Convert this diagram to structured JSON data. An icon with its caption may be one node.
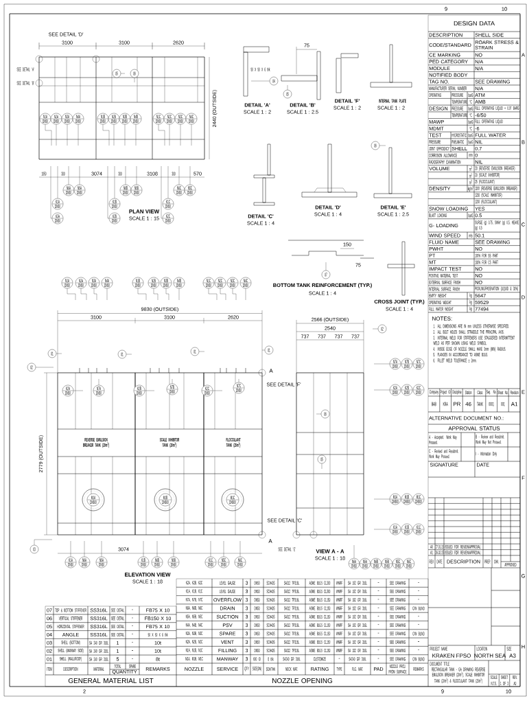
{
  "diagram": {
    "nodes": [
      {
        "text": [
          "N1A",
          "DN50"
        ]
      },
      {
        "text": [
          "N2A",
          "DN50"
        ]
      },
      {
        "text": [
          "N3A",
          "DN50"
        ]
      },
      {
        "text": [
          "N4A",
          "DN50"
        ]
      },
      {
        "text": [
          "N1B",
          "DN50"
        ]
      },
      {
        "text": [
          "N2B",
          "DN50"
        ]
      },
      {
        "text": [
          "N3B",
          "DN50"
        ]
      },
      {
        "text": [
          "N4B",
          "DN50"
        ]
      },
      {
        "text": [
          "N1C",
          "DN50"
        ]
      },
      {
        "text": [
          "N2C",
          "DN50"
        ]
      },
      {
        "text": [
          "N3C",
          "DN50"
        ]
      },
      {
        "text": [
          "N4C",
          "DN50"
        ]
      },
      {
        "text": [
          "05"
        ]
      },
      {
        "text": [
          "06"
        ]
      },
      {
        "text": [
          "N6A",
          "DN50"
        ]
      },
      {
        "text": [
          "N5A",
          "DN50"
        ]
      },
      {
        "text": [
          "N6B",
          "DN50"
        ]
      },
      {
        "text": [
          "N5B",
          "DN50"
        ]
      },
      {
        "text": [
          "N6C",
          "DN50"
        ]
      },
      {
        "text": [
          "N5C",
          "DN50"
        ]
      },
      {
        "text": [
          "K1A",
          "DN50"
        ]
      },
      {
        "text": [
          "K1B",
          "DN50"
        ]
      },
      {
        "text": [
          "K1C",
          "DN50"
        ]
      },
      {
        "text": [
          "K2A",
          "DN50"
        ]
      },
      {
        "text": [
          "K2B",
          "DN50"
        ]
      },
      {
        "text": [
          "K2C",
          "DN50"
        ]
      },
      {
        "text": [
          "04"
        ]
      },
      {
        "text": [
          "05"
        ]
      },
      {
        "text": [
          "06"
        ]
      },
      {
        "text": [
          "07"
        ]
      },
      {
        "text": [
          "N1A",
          "DN50"
        ]
      },
      {
        "text": [
          "N2A",
          "DN50"
        ]
      },
      {
        "text": [
          "N3A",
          "DN50"
        ]
      },
      {
        "text": [
          "N4A",
          "DN50"
        ]
      },
      {
        "text": [
          "N1B",
          "DN50"
        ]
      },
      {
        "text": [
          "N2B",
          "DN50"
        ]
      },
      {
        "text": [
          "N3B",
          "DN50"
        ]
      },
      {
        "text": [
          "N4B",
          "DN50"
        ]
      },
      {
        "text": [
          "N1C",
          "DN50"
        ]
      },
      {
        "text": [
          "N2C",
          "DN50"
        ]
      },
      {
        "text": [
          "N3C",
          "DN50"
        ]
      },
      {
        "text": [
          "N4C",
          "DN50"
        ]
      },
      {
        "text": [
          "02"
        ]
      },
      {
        "text": [
          "01"
        ]
      },
      {
        "text": [
          "01"
        ]
      },
      {
        "text": [
          "01"
        ]
      },
      {
        "text": [
          "01"
        ]
      },
      {
        "text": [
          "K2A",
          "DN50"
        ]
      },
      {
        "text": [
          "N7A",
          "DN50"
        ]
      },
      {
        "text": [
          "K2B",
          "DN50"
        ]
      },
      {
        "text": [
          "N7B",
          "DN50"
        ]
      },
      {
        "text": [
          "K2C",
          "DN50"
        ]
      },
      {
        "text": [
          "N7C",
          "DN50"
        ]
      },
      {
        "text": [
          "M1A",
          "DN600"
        ]
      },
      {
        "text": [
          "M1B",
          "DN600"
        ]
      },
      {
        "text": [
          "M1C",
          "DN600"
        ]
      },
      {
        "text": [
          "03"
        ]
      },
      {
        "text": [
          "K1A",
          "DN50"
        ]
      },
      {
        "text": [
          "N6A",
          "DN50"
        ]
      },
      {
        "text": [
          "N5A",
          "DN50"
        ]
      },
      {
        "text": [
          "K1B",
          "DN50"
        ]
      },
      {
        "text": [
          "N6B",
          "DN50"
        ]
      },
      {
        "text": [
          "N5B",
          "DN50"
        ]
      },
      {
        "text": [
          "K1C",
          "DN50"
        ]
      },
      {
        "text": [
          "N5C",
          "DN50"
        ]
      },
      {
        "text": [
          "N6C",
          "DN50"
        ]
      },
      {
        "text": [
          "02"
        ]
      },
      {
        "text": [
          "06"
        ]
      },
      {
        "text": [
          "05"
        ]
      },
      {
        "text": [
          "N7A",
          "DN50"
        ]
      },
      {
        "text": [
          "N7B",
          "DN50"
        ]
      },
      {
        "text": [
          "N7C",
          "DN50"
        ]
      },
      {
        "text": [
          "K2A",
          "DN50"
        ]
      },
      {
        "text": [
          "K2B",
          "DN50"
        ]
      },
      {
        "text": [
          "K2C",
          "DN50"
        ]
      },
      {
        "text": [
          "M1A",
          "DN600"
        ]
      },
      {
        "text": [
          "M1B",
          "DN600"
        ]
      },
      {
        "text": [
          "M1C",
          "DN600"
        ]
      },
      {
        "text": [
          "K1A",
          "DN50"
        ]
      },
      {
        "text": [
          "K1B",
          "DN50"
        ]
      },
      {
        "text": [
          "K1C",
          "DN50"
        ]
      },
      {
        "text": [
          "N6A",
          "DN50"
        ]
      },
      {
        "text": [
          "N5A",
          "DN50"
        ]
      },
      {
        "text": [
          "N6B",
          "DN50"
        ]
      },
      {
        "text": [
          "N5B",
          "DN50"
        ]
      },
      {
        "text": [
          "N5C",
          "DN50"
        ]
      },
      {
        "text": [
          "N6C",
          "DN50"
        ]
      }
    ],
    "edges": [
      {
        "from": 0,
        "to": null,
        "arrow": "none"
      },
      {
        "from": 1,
        "to": null,
        "arrow": "none"
      },
      {
        "from": 2,
        "to": null,
        "arrow": "none"
      },
      {
        "from": 3,
        "to": null,
        "arrow": "none"
      },
      {
        "from": 4,
        "to": null,
        "arrow": "none"
      },
      {
        "from": 5,
        "to": null,
        "arrow": "none"
      },
      {
        "from": 6,
        "to": null,
        "arrow": "none"
      },
      {
        "from": 7,
        "to": null,
        "arrow": "none"
      },
      {
        "from": 8,
        "to": null,
        "arrow": "none"
      },
      {
        "from": 9,
        "to": null,
        "arrow": "none"
      },
      {
        "from": 10,
        "to": null,
        "arrow": "none"
      },
      {
        "from": 11,
        "to": null,
        "arrow": "none"
      },
      {
        "from": 12,
        "to": null,
        "arrow": "none"
      },
      {
        "from": 13,
        "to": null,
        "arrow": "none"
      },
      {
        "from": 14,
        "to": null,
        "arrow": "none"
      },
      {
        "from": 15,
        "to": null,
        "arrow": "none"
      },
      {
        "from": 16,
        "to": null,
        "arrow": "none"
      },
      {
        "from": 17,
        "to": null,
        "arrow": "none"
      },
      {
        "from": 18,
        "to": null,
        "arrow": "none"
      },
      {
        "from": 19,
        "to": null,
        "arrow": "none"
      },
      {
        "from": 20,
        "to": null,
        "arrow": "none"
      },
      {
        "from": 21,
        "to": null,
        "arrow": "none"
      },
      {
        "from": 22,
        "to": null,
        "arrow": "none"
      },
      {
        "from": 23,
        "to": null,
        "arrow": "none"
      },
      {
        "from": 24,
        "to": null,
        "arrow": "none"
      },
      {
        "from": 25,
        "to": null,
        "arrow": "none"
      },
      {
        "from": 26,
        "to": null,
        "arrow": "none"
      },
      {
        "from": 27,
        "to": null,
        "arrow": "none"
      },
      {
        "from": 28,
        "to": null,
        "arrow": "none"
      },
      {
        "from": 29,
        "to": null,
        "arrow": "none"
      },
      {
        "from": 30,
        "to": null,
        "arrow": "none"
      },
      {
        "from": 31,
        "to": null,
        "arrow": "none"
      },
      {
        "from": 32,
        "to": null,
        "arrow": "none"
      },
      {
        "from": 33,
        "to": null,
        "arrow": "none"
      },
      {
        "from": 34,
        "to": null,
        "arrow": "none"
      },
      {
        "from": 35,
        "to": null,
        "arrow": "none"
      },
      {
        "from": 36,
        "to": null,
        "arrow": "none"
      },
      {
        "from": 37,
        "to": null,
        "arrow": "none"
      },
      {
        "from": 38,
        "to": null,
        "arrow": "none"
      },
      {
        "from": 39,
        "to": null,
        "arrow": "none"
      },
      {
        "from": 40,
        "to": null,
        "arrow": "none"
      },
      {
        "from": 41,
        "to": null,
        "arrow": "none"
      },
      {
        "from": 42,
        "to": null,
        "arrow": "none"
      },
      {
        "from": 43,
        "to": null,
        "arrow": "none"
      },
      {
        "from": 44,
        "to": null,
        "arrow": "none"
      },
      {
        "from": 45,
        "to": null,
        "arrow": "none"
      },
      {
        "from": 46,
        "to": null,
        "arrow": "none"
      },
      {
        "from": 47,
        "to": null,
        "arrow": "none"
      },
      {
        "from": 48,
        "to": null,
        "arrow": "none"
      },
      {
        "from": 49,
        "to": null,
        "arrow": "none"
      },
      {
        "from": 50,
        "to": null,
        "arrow": "none"
      },
      {
        "from": 51,
        "to": null,
        "arrow": "none"
      },
      {
        "from": 52,
        "to": null,
        "arrow": "none"
      },
      {
        "from": 56,
        "to": null,
        "arrow": "none"
      },
      {
        "from": 57,
        "to": null,
        "arrow": "none"
      },
      {
        "from": 58,
        "to": null,
        "arrow": "none"
      },
      {
        "from": 59,
        "to": null,
        "arrow": "none"
      },
      {
        "from": 60,
        "to": null,
        "arrow": "none"
      },
      {
        "from": 61,
        "to": null,
        "arrow": "none"
      },
      {
        "from": 62,
        "to": null,
        "arrow": "none"
      },
      {
        "from": 63,
        "to": null,
        "arrow": "none"
      },
      {
        "from": 64,
        "to": null,
        "arrow": "none"
      },
      {
        "from": 65,
        "to": null,
        "arrow": "none"
      },
      {
        "from": 66,
        "to": null,
        "arrow": "none"
      },
      {
        "from": 67,
        "to": null,
        "arrow": "none"
      },
      {
        "from": 68,
        "to": null,
        "arrow": "none"
      },
      {
        "from": 69,
        "to": null,
        "arrow": "none"
      },
      {
        "from": 72,
        "to": null,
        "arrow": "none"
      },
      {
        "from": 75,
        "to": null,
        "arrow": "none"
      },
      {
        "from": 78,
        "to": null,
        "arrow": "none"
      },
      {
        "from": 81,
        "to": null,
        "arrow": "none"
      }
    ],
    "labels": [
      "9",
      "10",
      "A",
      "B",
      "C",
      "D",
      "E",
      "F",
      "G",
      "H",
      "2",
      "9",
      "10",
      "SEE DETAIL 'D'",
      "SEE DETAIL 'A'",
      "SEE DETAIL 'B'",
      "3100",
      "3100",
      "2620",
      "2440 (OUTSIDE)",
      "1050",
      "300",
      "3074",
      "300",
      "3108",
      "300",
      "570",
      "PLAN VIEW",
      "SCALE 1 : 15",
      "50 X 50 X 6 thk",
      "DETAIL 'A'",
      "SCALE 1 : 2",
      "75",
      "DETAIL 'B'",
      "SCALE 1 : 2.5",
      "DETAIL 'F'",
      "SCALE 1 : 2",
      "INTERNAL TANK PLATE",
      "SCALE 1 : 2",
      "DETAIL 'C'",
      "SCALE 1 : 4",
      "DETAIL 'D'",
      "SCALE 1 : 4",
      "DETAIL 'E'",
      "SCALE 1 : 2.5",
      "150",
      "75",
      "BOTTOM TANK REINFORCEMENT (TYP.)",
      "SCALE 1 : 4",
      "CROSS JOINT (TYP.)",
      "SCALE 1 : 4",
      "DESIGN DATA",
      "DESCRIPTION",
      "SHELL SIDE",
      "CODE/STANDARD",
      "ROARK STRESS & STRAIN",
      "CE MARKING",
      "NO",
      "PED CATEGORY",
      "N/A",
      "MODULE",
      "N/A",
      "NOTIFIED BODY",
      "TAG NO.",
      "SEE DRAWING",
      "MANUFACTURER SERIAL NUMBER",
      "N/A",
      "OPERATING",
      "PRESSURE",
      "barG",
      "ATM",
      "TEMPERATURE",
      "°C",
      "AMB",
      "DESIGN",
      "PRESSURE",
      "barG",
      "FULL OPERATING LIQUID + 0.07 BARG",
      "TEMPERATURE",
      "°C",
      "-6/50",
      "MAWP",
      "barG",
      "FULL OPERATING LIQUID",
      "MDMT",
      "°C",
      "-6",
      "TEST",
      "HYDROSTATIC",
      "barG",
      "FULL WATER",
      "PRESSURE",
      "PNEUMATIC",
      "barG",
      "NIL",
      "JOINT EFFICIENCY",
      "SHELL",
      "0.7",
      "CORROSION ALLOWANCE",
      "mm",
      "0",
      "RADIOGRAPHY EXAMINATION",
      "NIL",
      "VOLUME",
      "m$^{3}$",
      "20 (REVERSE EMULSION BREAKER)",
      "m$^{3}$",
      "20 (SCALE INHIBITOR)",
      "m$^{3}$",
      "25 (FLOCCULANT)",
      "DENSITY",
      "kg/m$^{3}$",
      "1100 (REVERSE EMULSION BREAKER)",
      "1200 (SCALE INHIBITOR)",
      "1200 (FLOCCULANT)",
      "SNOW LOADING",
      "YES",
      "BLAST LOADING",
      "barG",
      "0.5",
      "G- LOADING",
      "SURGE (g) 0.75, SWAY (g) 0.5, HEAVE (g) 0.5",
      "WIND SPEED",
      "m/s",
      "50.1",
      "FLUID NAME",
      "SEE DRAWING",
      "PWHT",
      "NO",
      "PT",
      "100% FOR SS PART",
      "MT",
      "100% FOR CS PART",
      "IMPACT TEST",
      "NO",
      "POSITIVE MATERIAL TEST",
      "NO",
      "EXTERNAL SURFACE FINISH",
      "NO",
      "INTERNAL SURFACE FINISH",
      "PICKLING/PASSIVATION (LIQUID & 30%)",
      "EMPTY WEIGHT",
      "kg",
      "5647",
      "OPERATING WEIGHT",
      "kg",
      "59529",
      "FULL WATER WEIGHT",
      "kg",
      "77494",
      "NOTES:",
      "1. ALL DIMENSIONS ARE IN mm UNLESS OTHERWISE SPECIFIED.",
      "2. ALL BOLT HOLES SHALL STRADDLE THE PRINCIPAL AXIS.",
      "3. INTERNAL WELD FOR STIFFENERS USE STAGGERED INTERMITTENT WELD AS PER SHOWN USING WELD SYMBOL.",
      "4. INSIDE EDGE OF NOZZLE SHALL HAVE 3mm (MIN) RADIUS.",
      "5. FLANGES IN ACCORDANCE TO ASME B16.5.",
      "6. FILLET WELD TOLERANCE ± 2mm.",
      "9830 (OUTSIDE)",
      "3100",
      "3100",
      "2620",
      "SEE DETAIL 'F'",
      "A",
      "2779 (OUTSIDE)",
      "REVERSE EMULSION BREAKER TANK (20m$^{3}$)",
      "SCALE INHIBITOR TANK (20m$^{3}$)",
      "FLOCCULANT TANK (25m$^{3}$)",
      "SEE DETAIL 'C'",
      "A",
      "3074",
      "ELEVATION VIEW",
      "SCALE 1 : 18",
      "2566 (OUTSIDE)",
      "2540",
      "737",
      "737",
      "737",
      "737",
      "SEE DETAIL 'E'",
      "VIEW A - A",
      "SCALE 1 : 18",
      "07",
      "TOP & BOTTOM STIFFENER",
      "SS316L",
      "SEE DETAIL",
      "-",
      "FB75 X 10",
      "06",
      "VERTICAL STIFFENER",
      "SS316L",
      "SEE DETAIL",
      "-",
      "FB150 X 10",
      "05",
      "HORIZONTAL STIFFENER",
      "SS316L",
      "SEE DETAIL",
      "-",
      "FB75 X 10",
      "04",
      "ANGLE",
      "SS316L",
      "SEE DETAIL",
      "-",
      "50 X 50 X 6 thk",
      "03",
      "SHELL (BOTTOM)",
      "SA 240 GR 316L",
      "1",
      "-",
      "10t",
      "02",
      "SHELL (MANWAY SIDE)",
      "SA 240 GR 316L",
      "1",
      "-",
      "10t",
      "01",
      "SHELL (WALL/ROOF)",
      "SA 240 GR 316L",
      "5",
      "-",
      "8t",
      "ITEM",
      "DESCRIPTION",
      "MATERIAL",
      "TOTAL",
      "SPARE",
      "QUANTITY",
      "REMARKS",
      "GENERAL MATERIAL LIST",
      "K2A, K2B, K2C",
      "LEVEL GAUGE",
      "3",
      "DN50",
      "SCH40S",
      "SA312 TP316L",
      "ASME B16.5 CL300",
      "WNRF",
      "SA 182 GR 316L",
      "-",
      "SEE DRAWING",
      "-",
      "K1A, K1B, K1C",
      "LEVEL GAUGE",
      "3",
      "DN50",
      "SCH40S",
      "SA312 TP316L",
      "ASME B16.5 CL300",
      "WNRF",
      "SA 182 GR 316L",
      "-",
      "SEE DRAWING",
      "-",
      "N7A, N7B, N7C",
      "OVERFLOW",
      "3",
      "DN50",
      "SCH40S",
      "SA312 TP316L",
      "ASME B16.5 CL150",
      "WNRF",
      "SA 182 GR 316L",
      "-",
      "SEE DRAWING",
      "-",
      "N6A, N6B, N6C",
      "DRAIN",
      "3",
      "DN50",
      "SCH40S",
      "SA312 TP316L",
      "ASME B16.5 CL150",
      "WNRF",
      "SA 182 GR 316L",
      "-",
      "SEE DRAWING",
      "C/W BLIND",
      "N5A, N5B, N5C",
      "SUCTION",
      "3",
      "DN50",
      "SCH40S",
      "SA312 TP316L",
      "ASME B16.5 CL150",
      "WNRF",
      "SA 182 GR 316L",
      "-",
      "SEE DRAWING",
      "-",
      "N4A, N4B, N4C",
      "PSV",
      "3",
      "DN50",
      "SCH40S",
      "SA312 TP316L",
      "ASME B16.5 CL150",
      "WNRF",
      "SA 182 GR 316L",
      "-",
      "SEE DRAWING",
      "-",
      "N3A, N3B, N3C",
      "SPARE",
      "3",
      "DN50",
      "SCH40S",
      "SA312 TP316L",
      "ASME B16.5 CL150",
      "WNRF",
      "SA 182 GR 316L",
      "-",
      "SEE DRAWING",
      "C/W BLIND",
      "N2A, N2B, N2C",
      "VENT",
      "3",
      "DN50",
      "SCH40S",
      "SA312 TP316L",
      "ASME B16.5 CL150",
      "WNRF",
      "SA 182 GR 316L",
      "-",
      "SEE DRAWING",
      "-",
      "N1A, N1B, N1C",
      "FILLING",
      "3",
      "DN50",
      "SCH40S",
      "SA312 TP316L",
      "ASME B16.5 CL150",
      "WNRF",
      "SA 182 GR 316L",
      "-",
      "SEE DRAWING",
      "-",
      "M1A, M1B, M1C",
      "MANWAY",
      "3",
      "600 ID",
      "8 thk",
      "SA240 GR 316L",
      "CUSTOMIZE",
      "-",
      "SA240 GR 316L",
      "-",
      "SEE DRAWING",
      "C/W BLIND",
      "NOZZLE",
      "SERVICE",
      "QTY",
      "SIZE(DN)",
      "SCH/THK",
      "NECK MAT.",
      "RATING",
      "TYPE",
      "FLG. MAT.",
      "PAD",
      "NOZZLE PROJ. FROM SURFACE",
      "REMARKS",
      "NOZZLE OPENING",
      "Company",
      "Project ID",
      "Discipline",
      "Station",
      "Class",
      "Seq. No.",
      "Sheet No.",
      "Revision",
      "BAB",
      "KRA",
      "PR",
      "46",
      "TANK",
      "0001",
      "001",
      "A1",
      "ALTERNATIVE DOCUMENT NO.:",
      "APPROVAL STATUS",
      "A - Accepted. Work May Proceed.",
      "B - Review and Resubmit. Work May Not Proceed.",
      "C - Revised and Resubmit. Work May Proceed.",
      "I - Information Only",
      "SIGNATURE",
      "DATE",
      "A0",
      "27.01.15",
      "ISSUED FOR REVIEW/APPROVAL",
      "A1",
      "26.02.15",
      "ISSUED FOR REVIEW/APPROVAL",
      "REV.",
      "DATE",
      "DESCRIPTION",
      "PREP.",
      "CHK.",
      "APPROVED",
      "PROJECT NAME",
      "KRAKEN FPSO",
      "LOCATION",
      "NORTH SEA",
      "SIZE",
      "A3",
      "DOCUMENT TITLE",
      "RECTANGULAR TANK - GA DRAWING REVERSE EMULSION BREAKER (20m$^{3}$), SCALE INHIBITOR TANK (20m$^{3}$) & FLOCCULANT TANK (25m$^{3}$)",
      "SCALE",
      "N.T.S.",
      "SHEET",
      "1 OF 3",
      "REV.",
      "A0"
    ]
  }
}
